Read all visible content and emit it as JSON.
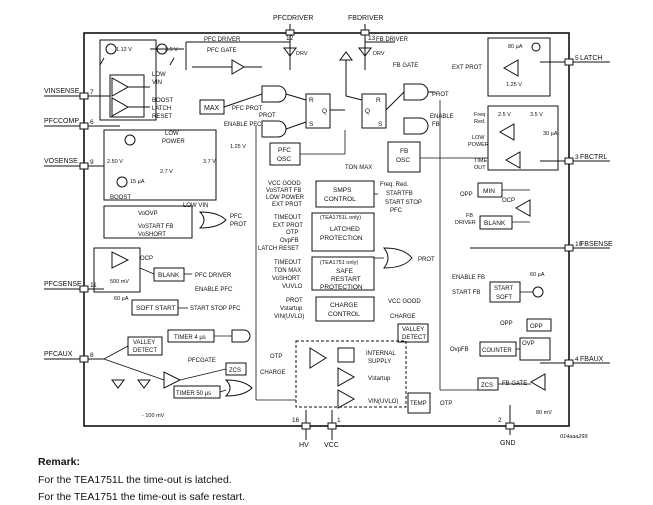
{
  "diagram": {
    "top_pins": [
      {
        "name": "PFCDRIVER",
        "number": "12"
      },
      {
        "name": "FBDRIVER",
        "number": "13"
      }
    ],
    "left_pins": [
      {
        "name": "VINSENSE",
        "number": "7"
      },
      {
        "name": "PFCCOMP",
        "number": "6"
      },
      {
        "name": "VOSENSE",
        "number": "9"
      },
      {
        "name": "PFCSENSE",
        "number": "11"
      },
      {
        "name": "PFCAUX",
        "number": "8"
      }
    ],
    "right_pins": [
      {
        "name": "LATCH",
        "number": "5"
      },
      {
        "name": "FBCTRL",
        "number": "3"
      },
      {
        "name": "FBSENSE",
        "number": "10"
      },
      {
        "name": "FBAUX",
        "number": "4"
      }
    ],
    "bottom_pins": [
      {
        "name": "HV",
        "number": "16"
      },
      {
        "name": "VCC",
        "number": "1"
      },
      {
        "name": "GND",
        "number": "2"
      }
    ],
    "blocks": {
      "max": "MAX",
      "pfc_osc": [
        "PFC",
        "OSC"
      ],
      "fb_osc": [
        "FB",
        "OSC"
      ],
      "smps_control": [
        "SMPS",
        "CONTROL"
      ],
      "latched_protection": [
        "LATCHED",
        "PROTECTION"
      ],
      "safe_restart": [
        "SAFE",
        "RESTART",
        "PROTECTION"
      ],
      "charge_control": [
        "CHARGE",
        "CONTROL"
      ],
      "valley_detect_pfc": [
        "VALLEY",
        "DETECT"
      ],
      "valley_detect_fb": [
        "VALLEY",
        "DETECT"
      ],
      "blank_pfc": "BLANK",
      "blank_fb": "BLANK",
      "soft_start_pfc": "SOFT START",
      "soft_start_fb": [
        "START",
        "SOFT"
      ],
      "timer_4": "TIMER 4 µs",
      "timer_50": "TIMER 50 µs",
      "zcs_pfc": "ZCS",
      "zcs_fb": "ZCS",
      "temp": "TEMP",
      "min": "MIN",
      "counter": "COUNTER",
      "opp": "OPP",
      "internal_supply": [
        "INTERNAL",
        "SUPPLY"
      ]
    },
    "labels": {
      "pfc_driver": "PFC DRIVER",
      "pfc_gate": "PFC GATE",
      "drv": "DRV",
      "fb_driver": "FB DRIVER",
      "fb_gate": "FB GATE",
      "low_vin": [
        "LOW",
        "VIN"
      ],
      "boost": "BOOST",
      "latch_reset": [
        "LATCH",
        "RESET"
      ],
      "pfc_prot": [
        "PFC PROT",
        "PROT"
      ],
      "enable_pfc": "ENABLE PFC",
      "ton_max": "TON MAX",
      "enable_fb": [
        "ENABLE",
        "FB"
      ],
      "prot": "PROT",
      "ext_prot_right": "EXT PROT",
      "freq_red_right": [
        "Freq",
        "Red."
      ],
      "low_power_right": [
        "LOW",
        "POWER"
      ],
      "time_out_right": [
        "TIME",
        "OUT"
      ],
      "v25_right": "2.5 V",
      "v35_right": "3.5 V",
      "ua30": "30 µA",
      "ua80_top": "80 µA",
      "v125_latch": "1.25 V",
      "opp": "OPP",
      "ocp": "OCP",
      "fb_driver_left": [
        "FB",
        "DRIVER"
      ],
      "smps_inputs": [
        "VCC GOOD",
        "VoSTART FB",
        "LOW POWER",
        "EXT PROT"
      ],
      "smps_outputs": [
        "Freq. Red.",
        "STARTFB",
        "START STOP",
        "PFC"
      ],
      "latched_inputs": [
        "TIMEOUT",
        "EXT PROT",
        "OTP",
        "OvpFB",
        "LATCH RESET"
      ],
      "tea1751l_only": "(TEA1751L only)",
      "tea1751_only": "(TEA1751 only)",
      "safe_inputs": [
        "TIMEOUT",
        "TON MAX",
        "VoSHORT",
        "VUVLO"
      ],
      "charge_inputs": [
        "PROT",
        "Vstartup",
        "VIN(UVLO)"
      ],
      "charge_outputs": [
        "VCC GOOD",
        "CHARGE",
        "PROT"
      ],
      "s": "S",
      "r": "R",
      "q": "Q",
      "low_power_left": [
        "LOW",
        "POWER"
      ],
      "v112": "1.12 V",
      "v35_left": "3.5 V",
      "v125_left": "1.25 V",
      "v250": "2.50 V",
      "v27": "2.7 V",
      "v37": "3.7 V",
      "ua15": "15 µA",
      "vo_ovp": "VoOVP",
      "vo_start_fb": "VoSTART FB",
      "vo_short": "VoSHORT",
      "low_vin_2": "LOW VIN",
      "pfc_prot_2": [
        "PFC",
        "PROT"
      ],
      "ocp_left": "OCP",
      "mv500": "500 mV",
      "pfc_driver_2": "PFC DRIVER",
      "enable_pfc_2": "ENABLE PFC",
      "ua60_left": "60 µA",
      "start_stop_pfc": "START STOP PFC",
      "pfcgate": "PFCGATE",
      "mv100": "- 100 mV",
      "otp": "OTP",
      "charge": "CHARGE",
      "otp_right": "OTP",
      "vstartup": "Vstartup",
      "vin_uvlo": "VIN(UVLO)",
      "enable_fb_2": "ENABLE FB",
      "start_fb": "START FB",
      "ua60_right": "60 µA",
      "opp_2": "OPP",
      "ovpfb": "OvpFB",
      "ovp": "OVP",
      "fb_gate_2": "FB GATE",
      "mv80": "80 mV",
      "code": "014aaa299"
    }
  },
  "remark": {
    "title": "Remark:",
    "lines": [
      "For the TEA1751L the time-out is latched.",
      "For the TEA1751 the time-out is safe restart."
    ]
  }
}
